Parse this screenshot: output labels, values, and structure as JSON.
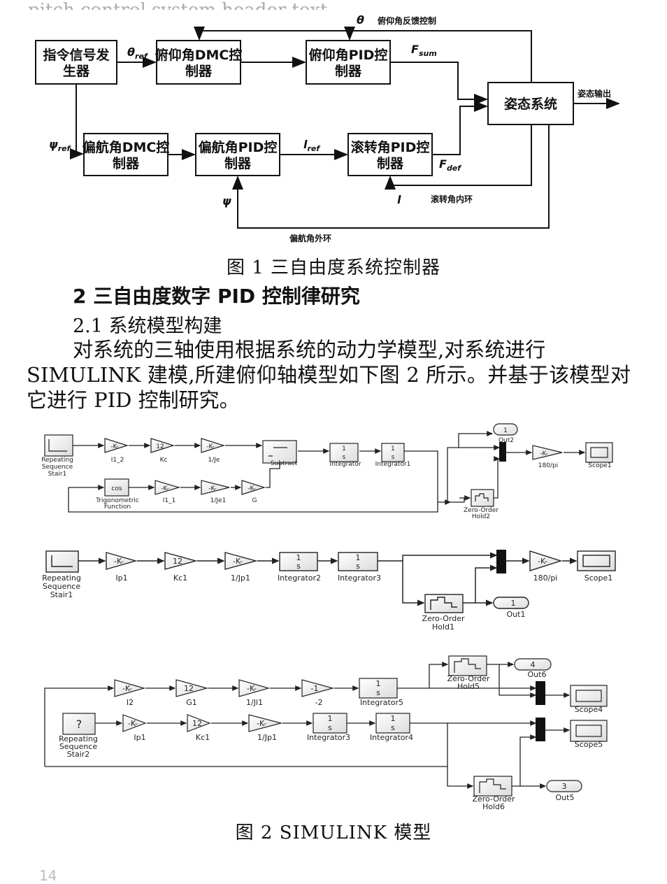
{
  "top_cut_text": "pitch control system header text",
  "figure1": {
    "caption": "图 1 三自由度系统控制器",
    "blocks": {
      "cmd_gen": [
        "指令信号发",
        "生器"
      ],
      "pitch_dmc": [
        "俯仰角DMC控",
        "制器"
      ],
      "pitch_pid": [
        "俯仰角PID控",
        "制器"
      ],
      "attitude": "姿态系统",
      "yaw_dmc": [
        "偏航角DMC控",
        "制器"
      ],
      "yaw_pid": [
        "偏航角PID控",
        "制器"
      ],
      "roll_pid": [
        "滚转角PID控",
        "制器"
      ]
    },
    "labels": {
      "theta": "θ",
      "pitch_feedback": "俯仰角反馈控制",
      "theta_ref": "θ",
      "theta_ref_sub": "ref",
      "f_sum": "F",
      "f_sum_sub": "sum",
      "attitude_out": "姿态输出",
      "psi_ref": "ψ",
      "psi_ref_sub": "ref",
      "l_ref": "l",
      "l_ref_sub": "ref",
      "f_def": "F",
      "f_def_sub": "def",
      "psi": "ψ",
      "l": "l",
      "roll_inner": "滚转角内环",
      "yaw_outer": "偏航角外环"
    }
  },
  "section_heading": "2 三自由度数字 PID 控制律研究",
  "subsection_heading": "2.1 系统模型构建",
  "paragraph_lines": [
    "对系统的三轴使用根据系统的动力学模型,对系统进行",
    "SIMULINK 建模,所建俯仰轴模型如下图 2 所示。并基于该模型对它进行 PID 控制研究。"
  ],
  "figure2": {
    "caption": "图 2 SIMULINK 模型",
    "row1": {
      "source": [
        "Repeating",
        "Sequence",
        "Stair1"
      ],
      "gains": [
        "I1_2",
        "Kc",
        "1/Je"
      ],
      "gain_texts": [
        "-K-",
        "12",
        "-K-"
      ],
      "subtract": "Subtract",
      "integrators": [
        "Integrator",
        "Integrator1"
      ],
      "trig": [
        "Trigonometric",
        "Function"
      ],
      "trig_text": "cos",
      "fb_gains": [
        "I1_1",
        "1/Je1",
        "G"
      ],
      "out_num": "1",
      "out_name": "Out2",
      "zoh": [
        "Zero-Order",
        "Hold2"
      ],
      "rad_gain": "180/pi",
      "scope": "Scope1"
    },
    "row2": {
      "source": [
        "Repeating",
        "Sequence",
        "Stair1"
      ],
      "gains": [
        "Ip1",
        "Kc1",
        "1/Jp1"
      ],
      "gain_texts": [
        "-K-",
        "12",
        "-K-"
      ],
      "integrators": [
        "Integrator2",
        "Integrator3"
      ],
      "rad_gain": "180/pi",
      "scope": "Scope1",
      "zoh": [
        "Zero-Order",
        "Hold1"
      ],
      "out_num": "1",
      "out_name": "Out1"
    },
    "row3": {
      "gains_a": [
        "I2",
        "G1",
        "1/Jl1",
        "-2"
      ],
      "gain_texts_a": [
        "-K-",
        "12",
        "-K-",
        "-1"
      ],
      "integrator_a": "Integrator5",
      "source": [
        "Repeating",
        "Sequence",
        "Stair2"
      ],
      "source_text": "?",
      "gains_b": [
        "Ip1",
        "Kc1",
        "1/Jp1"
      ],
      "gain_texts_b": [
        "-K-",
        "12",
        "-K-"
      ],
      "integrators_b": [
        "Integrator3",
        "Integrator4"
      ],
      "zoh_a": [
        "Zero-Order",
        "Hold5"
      ],
      "out_a_num": "4",
      "out_a_name": "Out6",
      "scopes": [
        "Scope4",
        "Scope5"
      ],
      "zoh_b": [
        "Zero-Order",
        "Hold6"
      ],
      "out_b_num": "3",
      "out_b_name": "Out5"
    },
    "int_num": "1",
    "int_den": "s"
  },
  "page_number": "14"
}
